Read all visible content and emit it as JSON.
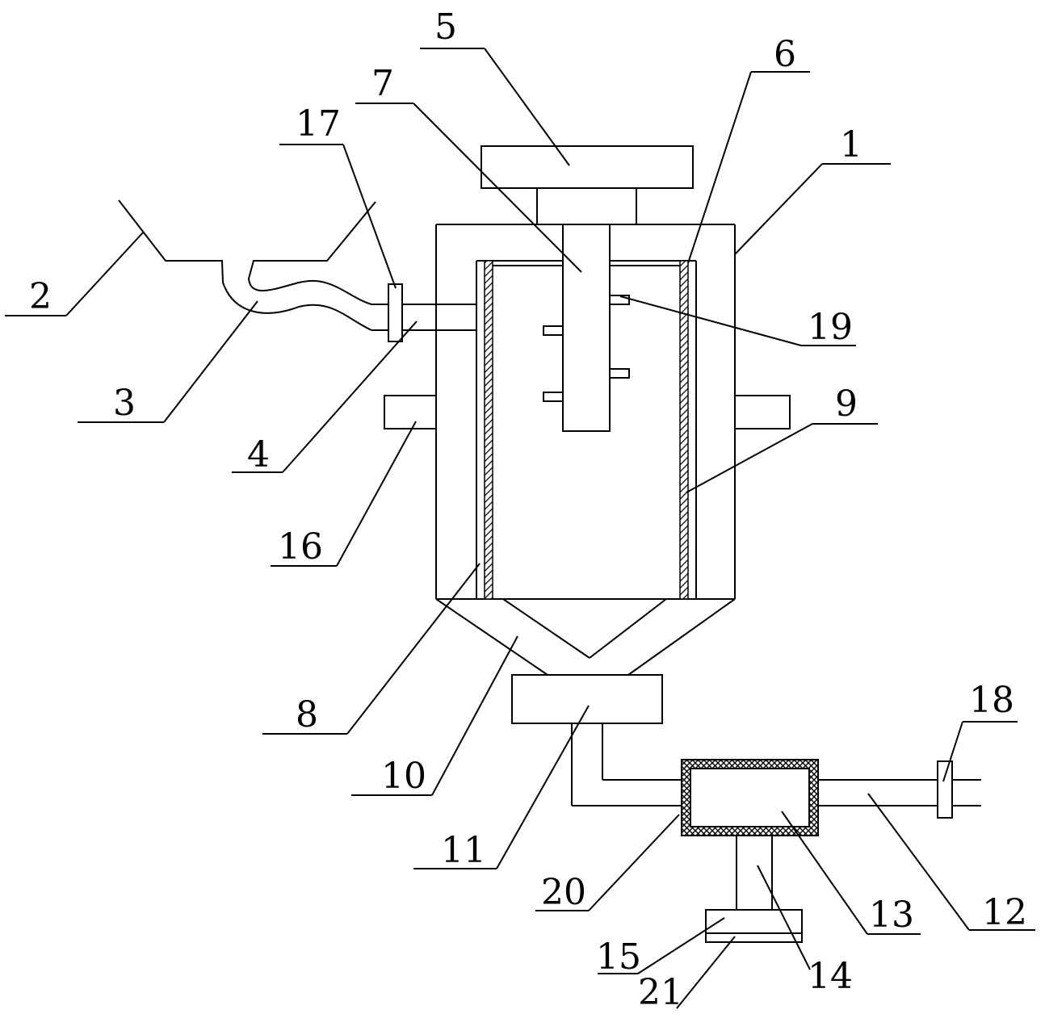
{
  "labels": {
    "l1": "1",
    "l2": "2",
    "l3": "3",
    "l4": "4",
    "l5": "5",
    "l6": "6",
    "l7": "7",
    "l8": "8",
    "l9": "9",
    "l10": "10",
    "l11": "11",
    "l12": "12",
    "l13": "13",
    "l14": "14",
    "l15": "15",
    "l16": "16",
    "l17": "17",
    "l18": "18",
    "l19": "19",
    "l20": "20",
    "l21": "21"
  },
  "colors": {
    "line": "#000000",
    "background": "#ffffff"
  }
}
